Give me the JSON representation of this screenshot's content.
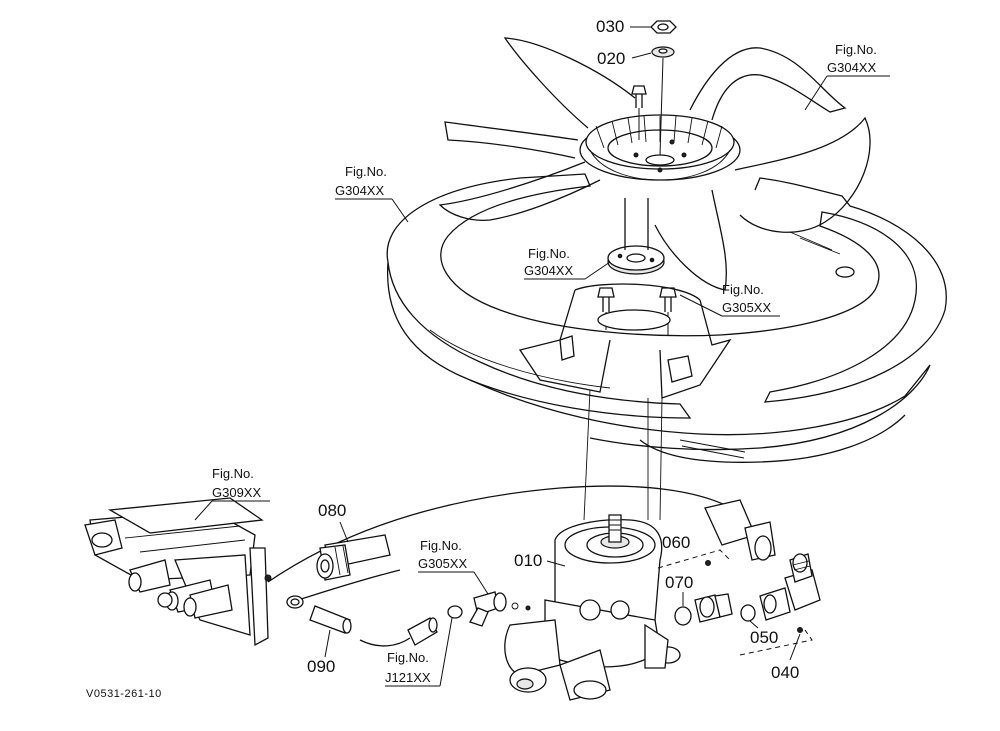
{
  "diagram": {
    "drawing_id": "V0531-261-10",
    "parts": [
      {
        "num": "010"
      },
      {
        "num": "020"
      },
      {
        "num": "030"
      },
      {
        "num": "040"
      },
      {
        "num": "050"
      },
      {
        "num": "060"
      },
      {
        "num": "070"
      },
      {
        "num": "080"
      },
      {
        "num": "090"
      }
    ],
    "fig_refs": [
      {
        "label": "Fig.No.",
        "code": "G304XX"
      },
      {
        "label": "Fig.No.",
        "code": "G304XX"
      },
      {
        "label": "Fig.No.",
        "code": "G304XX"
      },
      {
        "label": "Fig.No.",
        "code": "G305XX"
      },
      {
        "label": "Fig.No.",
        "code": "G309XX"
      },
      {
        "label": "Fig.No.",
        "code": "G305XX"
      },
      {
        "label": "Fig.No.",
        "code": "J121XX"
      }
    ]
  }
}
